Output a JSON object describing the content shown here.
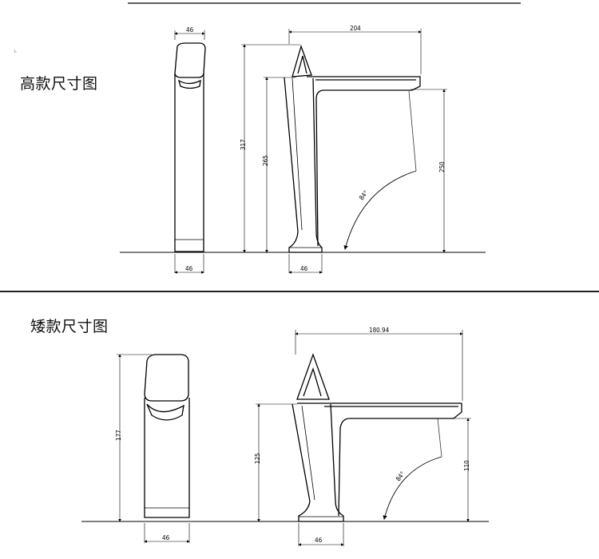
{
  "titles": {
    "tall": "高款尺寸图",
    "short": "矮款尺寸图"
  },
  "marks": {
    "corner": "L"
  },
  "tall_model": {
    "top_width": "46",
    "base_width_front": "46",
    "spout_reach": "204",
    "total_height": "317",
    "body_height": "265",
    "spout_height": "250",
    "base_width_side": "46",
    "angle": "84°"
  },
  "short_model": {
    "spout_reach": "180.94",
    "total_height": "177",
    "body_height": "125",
    "spout_height": "110",
    "base_width_front": "46",
    "base_width_side": "46",
    "angle": "84°"
  },
  "colors": {
    "line": "#000000",
    "divider": "#222222",
    "thin": "#333333"
  }
}
